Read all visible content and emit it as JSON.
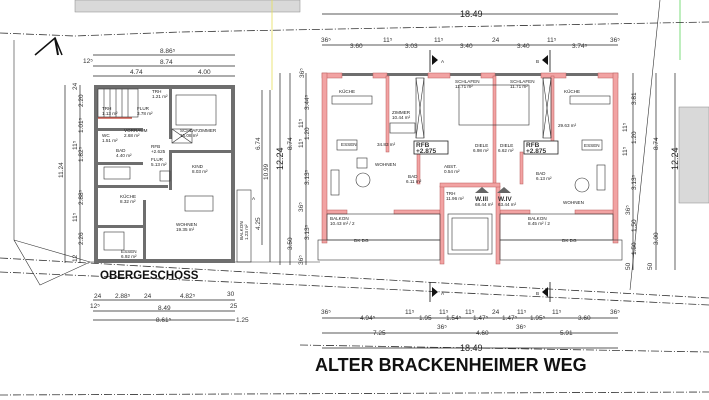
{
  "plan_left": {
    "title": "OBERGESCHOSS",
    "dims_top": [
      "8.86⁵",
      "8.74",
      "4.74",
      "4.00",
      "12⁵"
    ],
    "dims_bottom_row1": [
      "24",
      "2.88⁵",
      "24",
      "4.82⁵",
      "30"
    ],
    "dims_bottom_row2": [
      "12⁵",
      "8.49",
      "25"
    ],
    "dims_bottom_row3": [
      "8.61⁵",
      "1.25"
    ],
    "dims_left": [
      "11.24",
      "2.20",
      "1.01⁵",
      "1.82⁵",
      "2.88⁵",
      "2.26",
      "24",
      "11⁵",
      "11⁵",
      "12"
    ],
    "dims_right": [
      "6.74",
      "10.99",
      "4.25"
    ],
    "rooms": [
      {
        "name": "TRH",
        "area": "1.13 m²"
      },
      {
        "name": "FLUR",
        "area": "3.78 m²"
      },
      {
        "name": "TRH",
        "area": "1.21 m²"
      },
      {
        "name": "WC",
        "area": "1.51 m²"
      },
      {
        "name": "VORRAUM",
        "area": "2.68 m²"
      },
      {
        "name": "BAD",
        "area": "4.40 m²"
      },
      {
        "name": "SCHLAFZIMMER",
        "area": "15.08 m²"
      },
      {
        "name": "RFB",
        "area": "+2.625"
      },
      {
        "name": "FLUR",
        "area": "5.13 m²"
      },
      {
        "name": "KIND",
        "area": "8.03 m²"
      },
      {
        "name": "KÜCHE",
        "area": "8.32 m²"
      },
      {
        "name": "WOHNEN",
        "area": "19.35 m²"
      },
      {
        "name": "ESSEN",
        "area": "6.92 m²"
      },
      {
        "name": "BALKON",
        "area": "1.23 m²"
      }
    ],
    "section_marker": "A"
  },
  "plan_right": {
    "dims_top_total": "18.49",
    "dims_top": [
      "36⁵",
      "3.60",
      "11⁵",
      "3.03",
      "11⁵",
      "3.40",
      "24",
      "3.40",
      "11⁵",
      "3.74⁵",
      "36⁵"
    ],
    "dims_bottom_row1": [
      "36⁵",
      "4.94⁵",
      "11⁵",
      "1.95",
      "11⁵",
      "1.54⁵",
      "11⁵",
      "1.47⁵",
      "24",
      "1.47⁵",
      "11⁵",
      "1.95⁵",
      "11⁵",
      "3.60",
      "36⁵"
    ],
    "dims_bottom_row2": [
      "7.25",
      "36⁵",
      "4.60",
      "36⁵",
      "5.91"
    ],
    "dims_bottom_total": "18.49",
    "dims_left": [
      "12.24",
      "8.74",
      "3.50",
      "36⁵",
      "3.44⁵",
      "11⁵",
      "1.20",
      "11⁵",
      "3.13⁵",
      "36⁵",
      "3.13⁵",
      "36⁵"
    ],
    "dims_right": [
      "12.24",
      "8.74",
      "3.81",
      "11⁵",
      "1.20",
      "11⁵",
      "3.13⁵",
      "36⁵",
      "1.50",
      "1.50",
      "3.00",
      "50",
      "50"
    ],
    "section_markers": [
      "A",
      "B"
    ],
    "rooms": [
      {
        "name": "KÜCHE",
        "area": ""
      },
      {
        "name": "ZIMMER",
        "area": "10.44 m²"
      },
      {
        "name": "SCHLAFEN",
        "area": "11.71 m²"
      },
      {
        "name": "SCHLAFEN",
        "area": "11.71 m²"
      },
      {
        "name": "KÜCHE",
        "area": ""
      },
      {
        "name": "ESSEN",
        "area": ""
      },
      {
        "name": "",
        "area": "34.83 m²"
      },
      {
        "name": "RFB",
        "area": "+2.875"
      },
      {
        "name": "DIELE",
        "area": "6.98 m²"
      },
      {
        "name": "DIELE",
        "area": "6.62 m²"
      },
      {
        "name": "RFB",
        "area": "+2.875"
      },
      {
        "name": "",
        "area": "29.63 m²"
      },
      {
        "name": "ESSEN",
        "area": ""
      },
      {
        "name": "WOHNEN",
        "area": ""
      },
      {
        "name": "BAD",
        "area": "6.11 m²"
      },
      {
        "name": "ABST.",
        "area": "0.54 m²"
      },
      {
        "name": "TRH",
        "area": "11.96 m²"
      },
      {
        "name": "W.III",
        "area": "68.44 m²"
      },
      {
        "name": "W.IV",
        "area": "63.44 m²"
      },
      {
        "name": "BAD",
        "area": "6.13 m²"
      },
      {
        "name": "WOHNEN",
        "area": ""
      },
      {
        "name": "BALKON",
        "area": "10.43 m² / 2"
      },
      {
        "name": "BALKON",
        "area": "8.45 m² / 2"
      },
      {
        "name": "DK DG",
        "area": ""
      },
      {
        "name": "DK DG",
        "area": ""
      }
    ]
  },
  "street_name": "ALTER BRACKENHEIMER WEG",
  "colors": {
    "wall_new": "#f2a3a3",
    "wall_existing": "#6e6e6e",
    "neighbour": "#d9d9d9"
  }
}
